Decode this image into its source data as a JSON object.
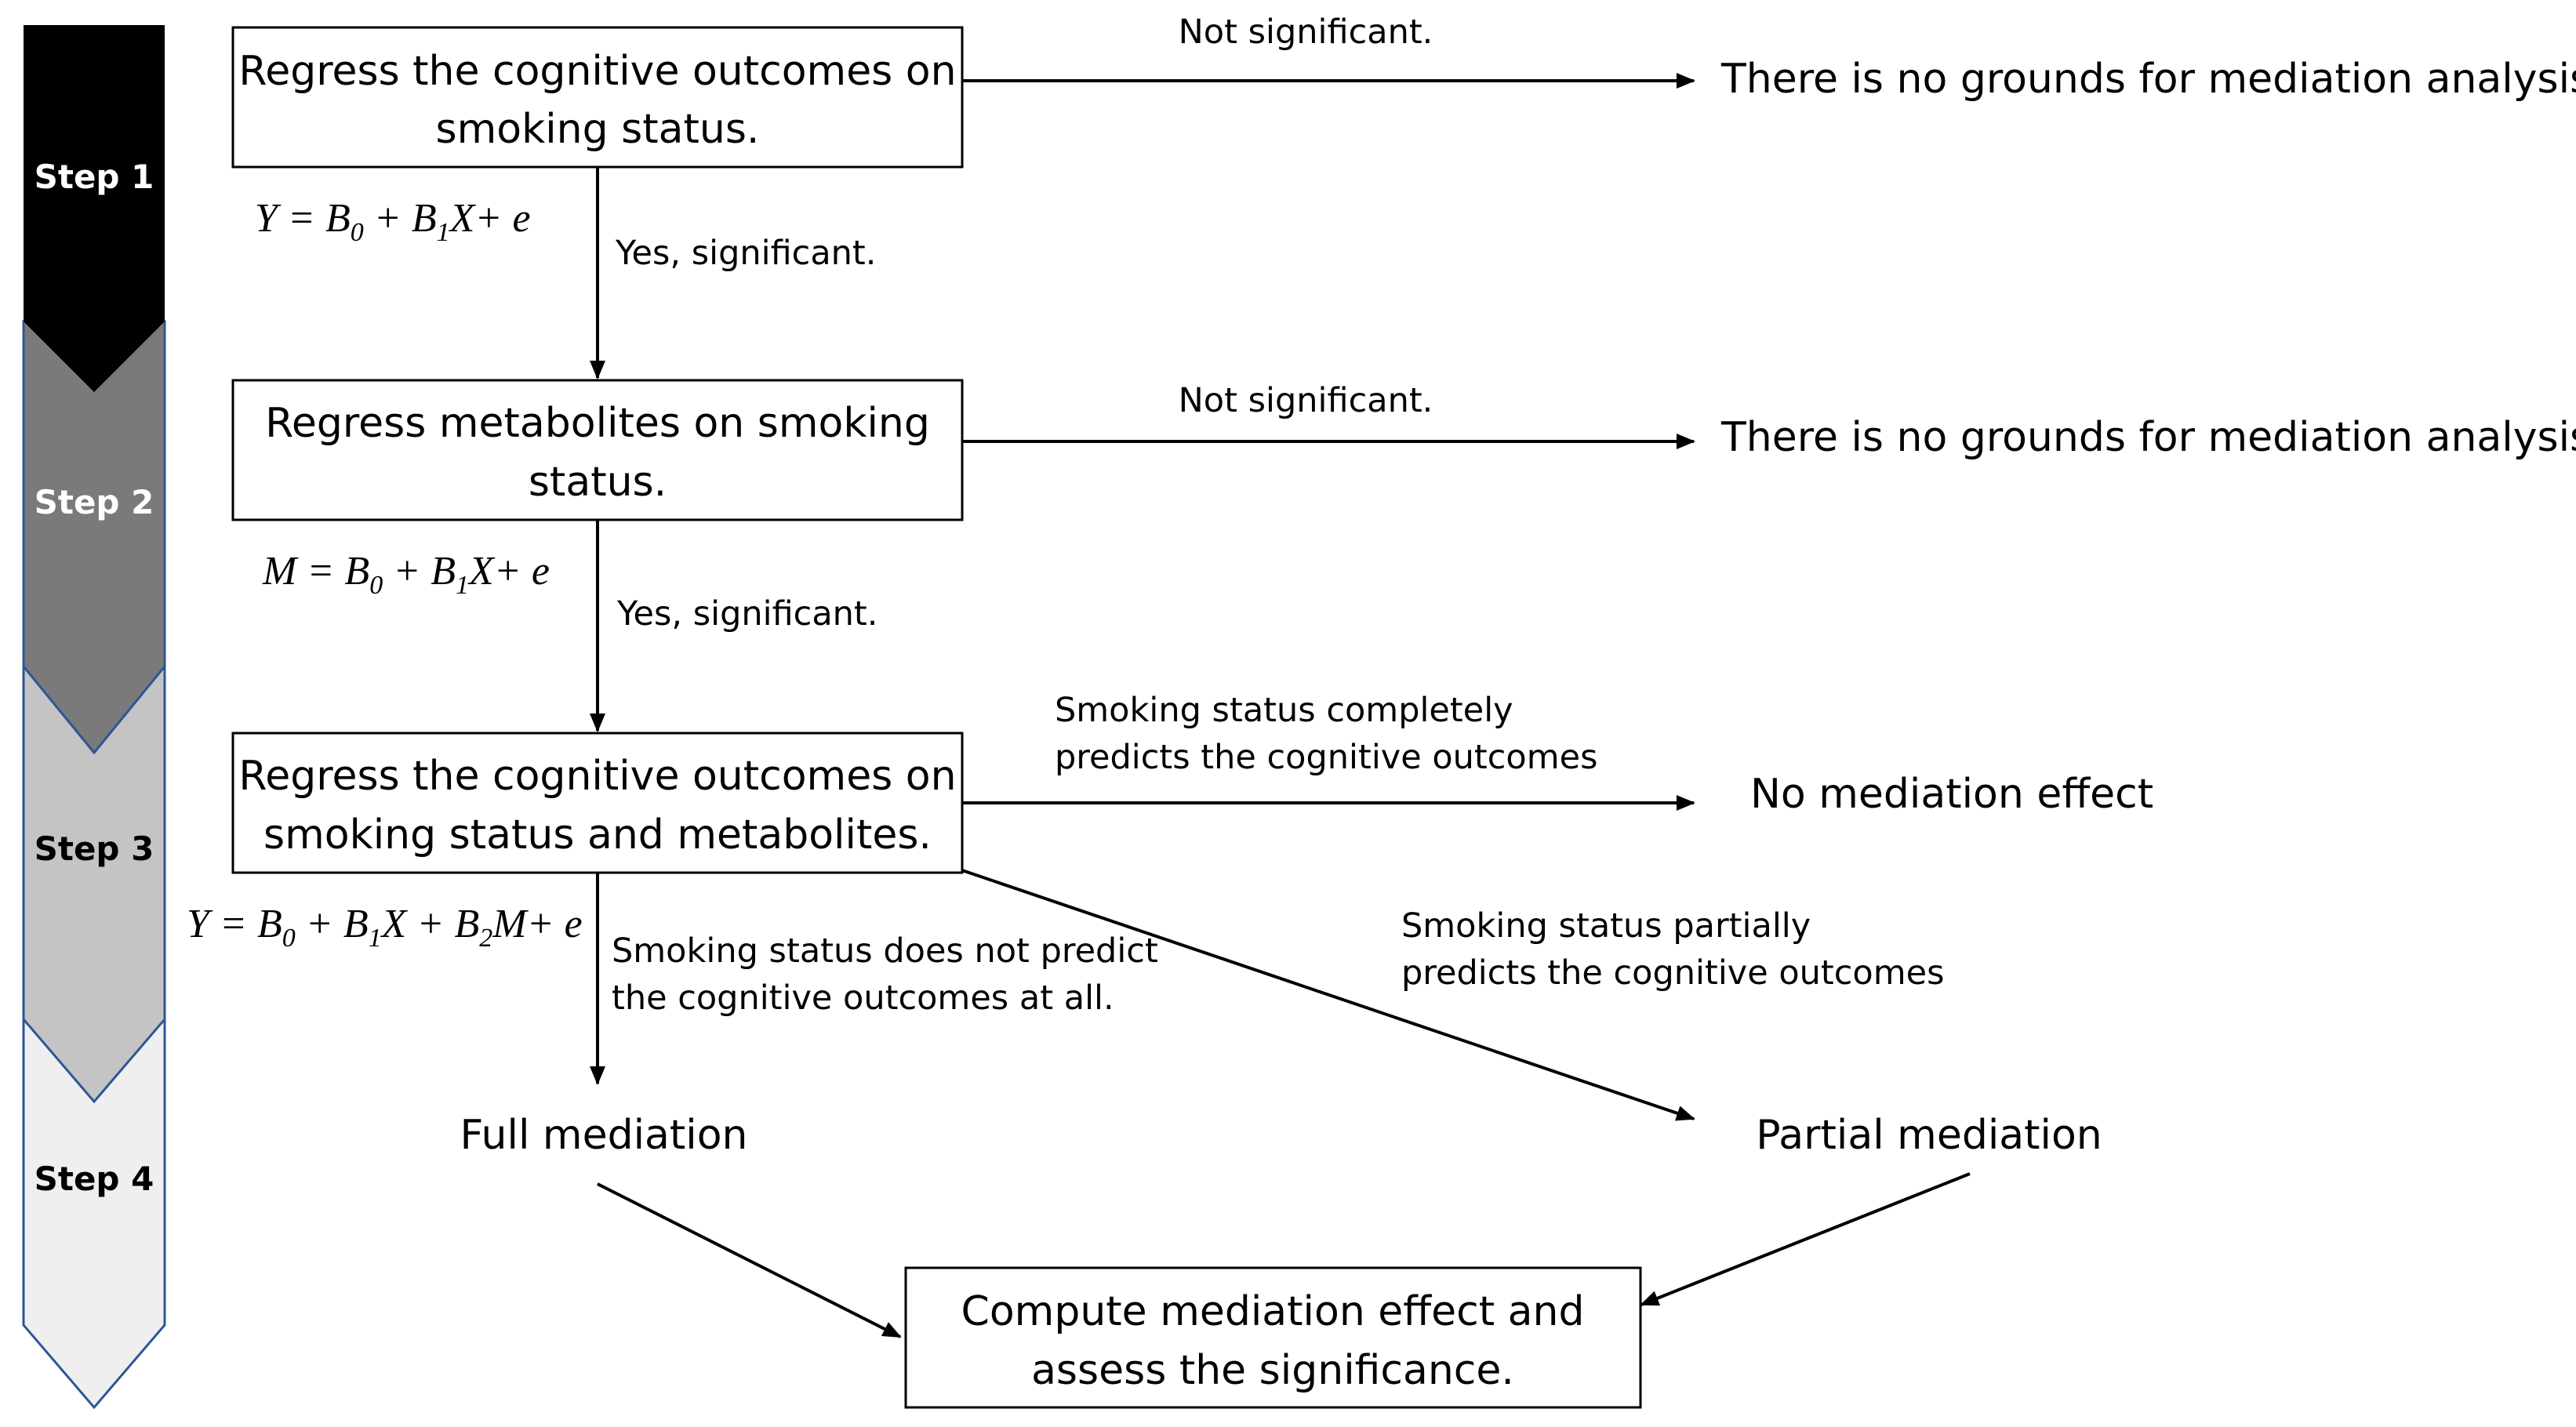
{
  "steps": [
    {
      "label": "Step 1",
      "fill": "#000000",
      "text_color": "#ffffff"
    },
    {
      "label": "Step 2",
      "fill": "#7a7a7a",
      "text_color": "#ffffff"
    },
    {
      "label": "Step 3",
      "fill": "#c4c4c4",
      "text_color": "#000000"
    },
    {
      "label": "Step 4",
      "fill": "#efefef",
      "text_color": "#000000"
    }
  ],
  "boxes": {
    "step1": {
      "line1": "Regress the cognitive outcomes on",
      "line2": "smoking status."
    },
    "step2": {
      "line1": "Regress metabolites on smoking",
      "line2": "status."
    },
    "step3": {
      "line1": "Regress the cognitive outcomes on",
      "line2": "smoking status and metabolites."
    },
    "final": {
      "line1": "Compute mediation effect and",
      "line2": "assess the significance."
    }
  },
  "formulas": {
    "f1": {
      "lhs": "Y",
      "b0": "B",
      "b0_sub": "0",
      "b1": "B",
      "b1_sub": "1",
      "x": "X+ e"
    },
    "f2": {
      "lhs": "M",
      "b0": "B",
      "b0_sub": "0",
      "b1": "B",
      "b1_sub": "1",
      "x": "X+ e"
    },
    "f3": {
      "lhs": "Y",
      "b0": "B",
      "b0_sub": "0",
      "b1": "B",
      "b1_sub": "1",
      "x": "X",
      "b2": "B",
      "b2_sub": "2",
      "m": "M+ e"
    }
  },
  "edges": {
    "not_significant_1": "Not significant.",
    "not_significant_2": "Not significant.",
    "yes_significant_1": "Yes, significant.",
    "yes_significant_2": "Yes, significant.",
    "completely": {
      "line1": "Smoking status completely",
      "line2": "predicts the cognitive outcomes"
    },
    "partially": {
      "line1": "Smoking status partially",
      "line2": "predicts the cognitive outcomes"
    },
    "not_at_all": {
      "line1": "Smoking status does not predict",
      "line2": "the cognitive outcomes at all."
    }
  },
  "outcomes": {
    "no_grounds_1": "There is no grounds for mediation analysis.",
    "no_grounds_2": "There is no grounds for mediation analysis.",
    "no_mediation": "No mediation effect",
    "full_mediation": "Full mediation",
    "partial_mediation": "Partial mediation"
  }
}
